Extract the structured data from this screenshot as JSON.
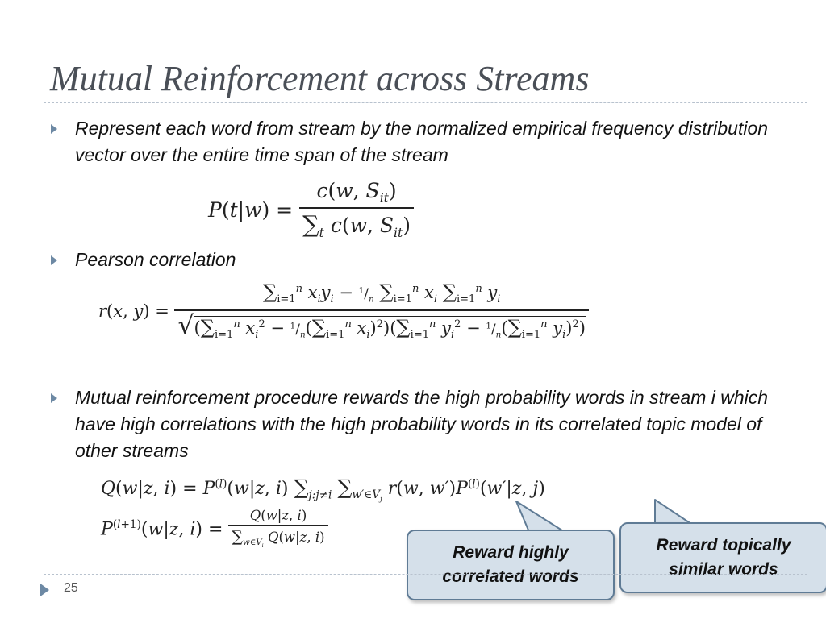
{
  "slide": {
    "title": "Mutual Reinforcement across Streams",
    "bullets": [
      "Represent each word from stream by the normalized empirical frequency distribution vector over the entire time span of the stream",
      "Pearson correlation",
      "Mutual reinforcement procedure rewards the high probability words in stream i which have high correlations with the high probability words in its correlated topic model of other streams"
    ],
    "callouts": {
      "left": "Reward highly correlated words",
      "right": "Reward topically similar words"
    },
    "page_number": "25"
  },
  "colors": {
    "title": "#4a4f57",
    "bullet_arrow": "#6d89a4",
    "callout_fill": "#d5e0ea",
    "callout_border": "#5f7b95"
  }
}
